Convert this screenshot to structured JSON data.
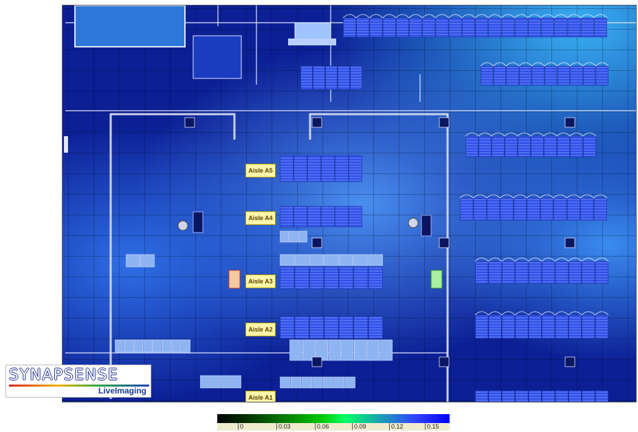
{
  "app": {
    "logo_text": "SYNAPSENSE",
    "logo_sub": "LiveImaging"
  },
  "aisles": [
    {
      "label": "Aisle A5"
    },
    {
      "label": "Aisle A4"
    },
    {
      "label": "Aisle A3"
    },
    {
      "label": "Aisle A2"
    },
    {
      "label": "Aisle A1"
    }
  ],
  "legend": {
    "gradient_colors": [
      "#000000",
      "#003a00",
      "#00c800",
      "#00ff66",
      "#3344ff",
      "#0000ff"
    ],
    "ticks": [
      "0",
      "0.03",
      "0.06",
      "0.09",
      "0.12",
      "0.15"
    ]
  },
  "colors": {
    "map_dark": "#0a1a8c",
    "map_light": "#3aa2f0",
    "rack_blue": "#2e56ff",
    "label_yellow": "#fff6a8"
  }
}
